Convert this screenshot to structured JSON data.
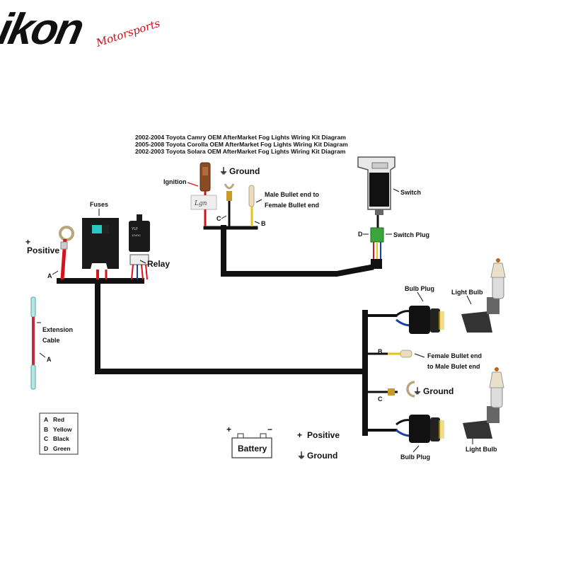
{
  "brand": {
    "logo_text": "ikon",
    "logo_script": "Motorsports"
  },
  "titles": [
    "2002-2004 Toyota Camry OEM AfterMarket Fog Lights Wiring Kit Diagram",
    "2005-2008 Toyota Corolla OEM AfterMarket Fog Lights Wiring Kit Diagram",
    "2002-2003 Toyota Solara OEM AfterMarket Fog Lights Wiring Kit Diagram"
  ],
  "labels": {
    "positive": "Positive",
    "positive_sign": "+",
    "fuses": "Fuses",
    "relay": "Relay",
    "ignition": "Ignition",
    "ignition_sticker": "Lgn",
    "ground_top": "Ground",
    "male_bullet_1": "Male Bullet end to",
    "male_bullet_2": "Female Bullet end",
    "switch": "Switch",
    "switch_plug": "Switch Plug",
    "extension_1": "Extension",
    "extension_2": "Cable",
    "bulb_plug_top": "Bulb Plug",
    "light_bulb_top": "Light Bulb",
    "female_bullet_1": "Female Bullet end",
    "female_bullet_2": "to Male Bulet end",
    "ground_right": "Ground",
    "bulb_plug_bottom": "Bulb Plug",
    "light_bulb_bottom": "Light Bulb",
    "battery": "Battery",
    "battery_plus": "+",
    "battery_minus": "−",
    "battery_positive": "Positive",
    "battery_ground": "Ground",
    "battery_positive_sign": "+",
    "ground_sign": "⏚",
    "relay_text_1": "YLF",
    "relay_text_2": "12VDC"
  },
  "markers": {
    "a1": "A",
    "a2": "A",
    "b1": "B",
    "b2": "B",
    "c1": "C",
    "c2": "C",
    "d": "D"
  },
  "legend": [
    {
      "code": "A",
      "color": "Red"
    },
    {
      "code": "B",
      "color": "Yellow"
    },
    {
      "code": "C",
      "color": "Black"
    },
    {
      "code": "D",
      "color": "Green"
    }
  ],
  "colors": {
    "harness": "#111111",
    "red_wire": "#d4141c",
    "yellow_wire": "#e8c21a",
    "blue_wire": "#1c3fa8",
    "green_plug": "#3aa53a",
    "logo_red": "#c4121a"
  }
}
